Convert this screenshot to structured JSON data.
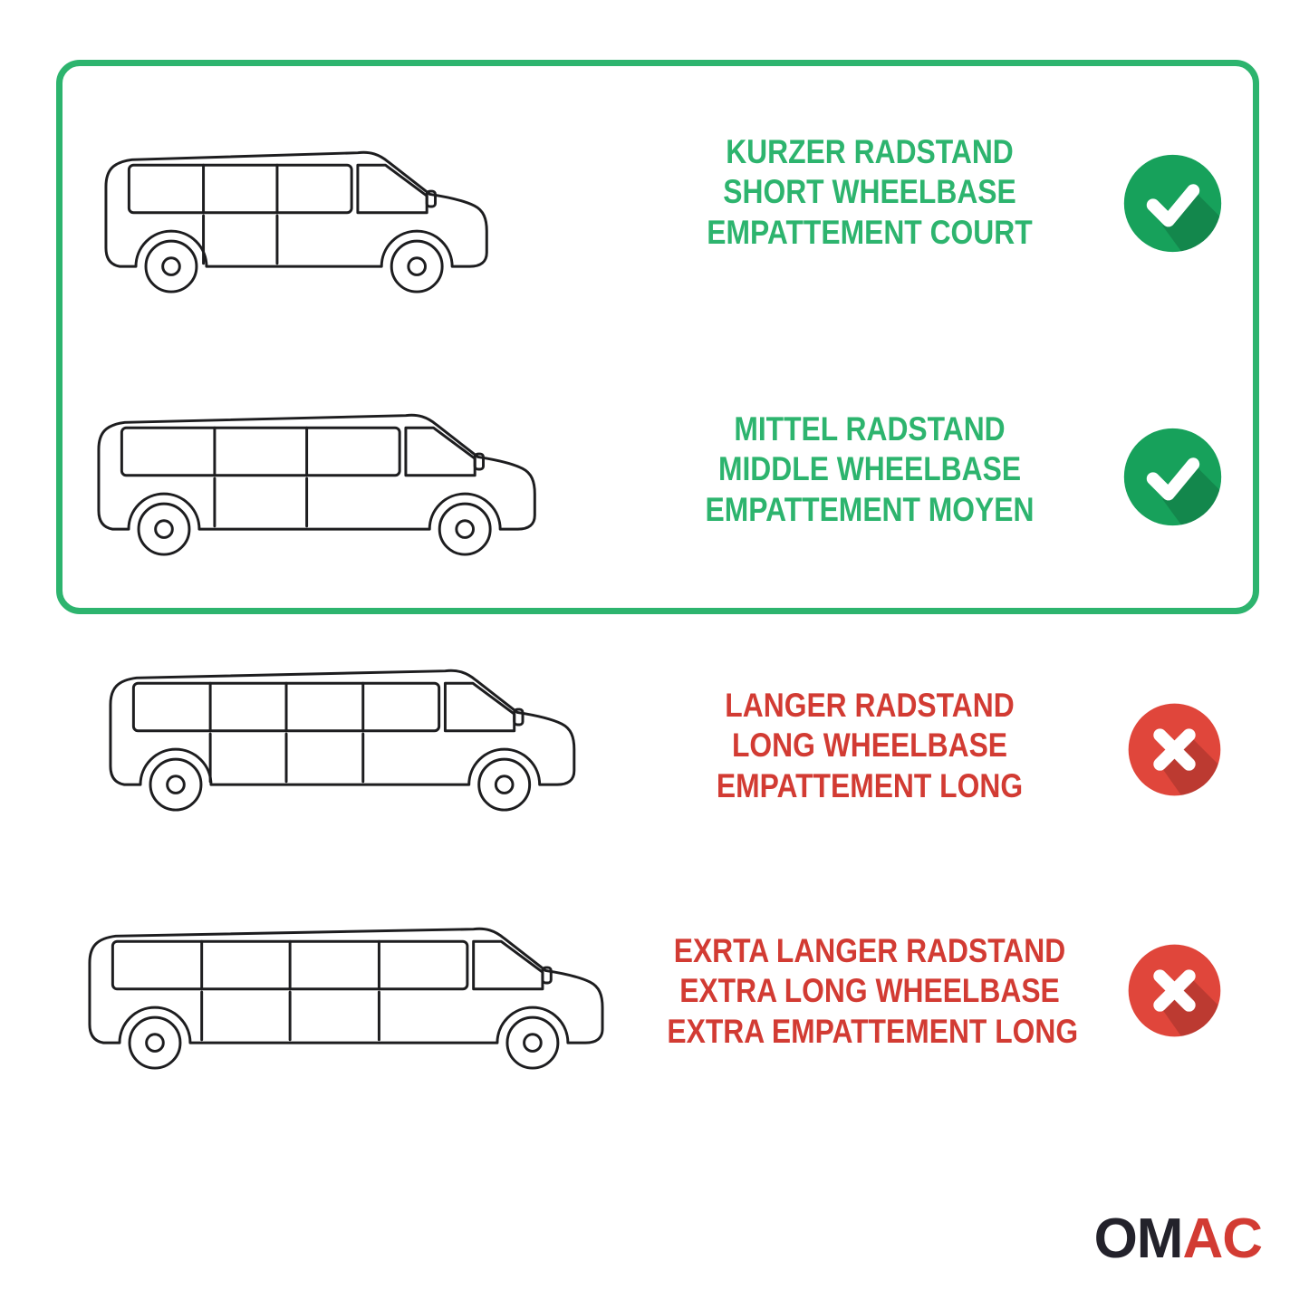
{
  "colors": {
    "green": "#2db46e",
    "green_circle": "#17a15b",
    "red": "#d23b33",
    "red_circle": "#e0463b",
    "ink": "#1d1d1f",
    "logo_dark": "#23222b",
    "logo_red": "#d23b33"
  },
  "rows": [
    {
      "label_lines": [
        "KURZER RADSTAND",
        "SHORT WHEELBASE",
        "EMPATTEMENT COURT"
      ],
      "status": "compatible"
    },
    {
      "label_lines": [
        "MITTEL RADSTAND",
        "MIDDLE WHEELBASE",
        "EMPATTEMENT MOYEN"
      ],
      "status": "compatible"
    },
    {
      "label_lines": [
        "LANGER RADSTAND",
        "LONG WHEELBASE",
        "EMPATTEMENT LONG"
      ],
      "status": "incompatible"
    },
    {
      "label_lines": [
        "EXRTA LANGER RADSTAND",
        "EXTRA LONG WHEELBASE",
        "EXTRA EMPATTEMENT LONG"
      ],
      "status": "incompatible"
    }
  ],
  "logo": {
    "text_dark": "OM",
    "text_red": "AC"
  }
}
